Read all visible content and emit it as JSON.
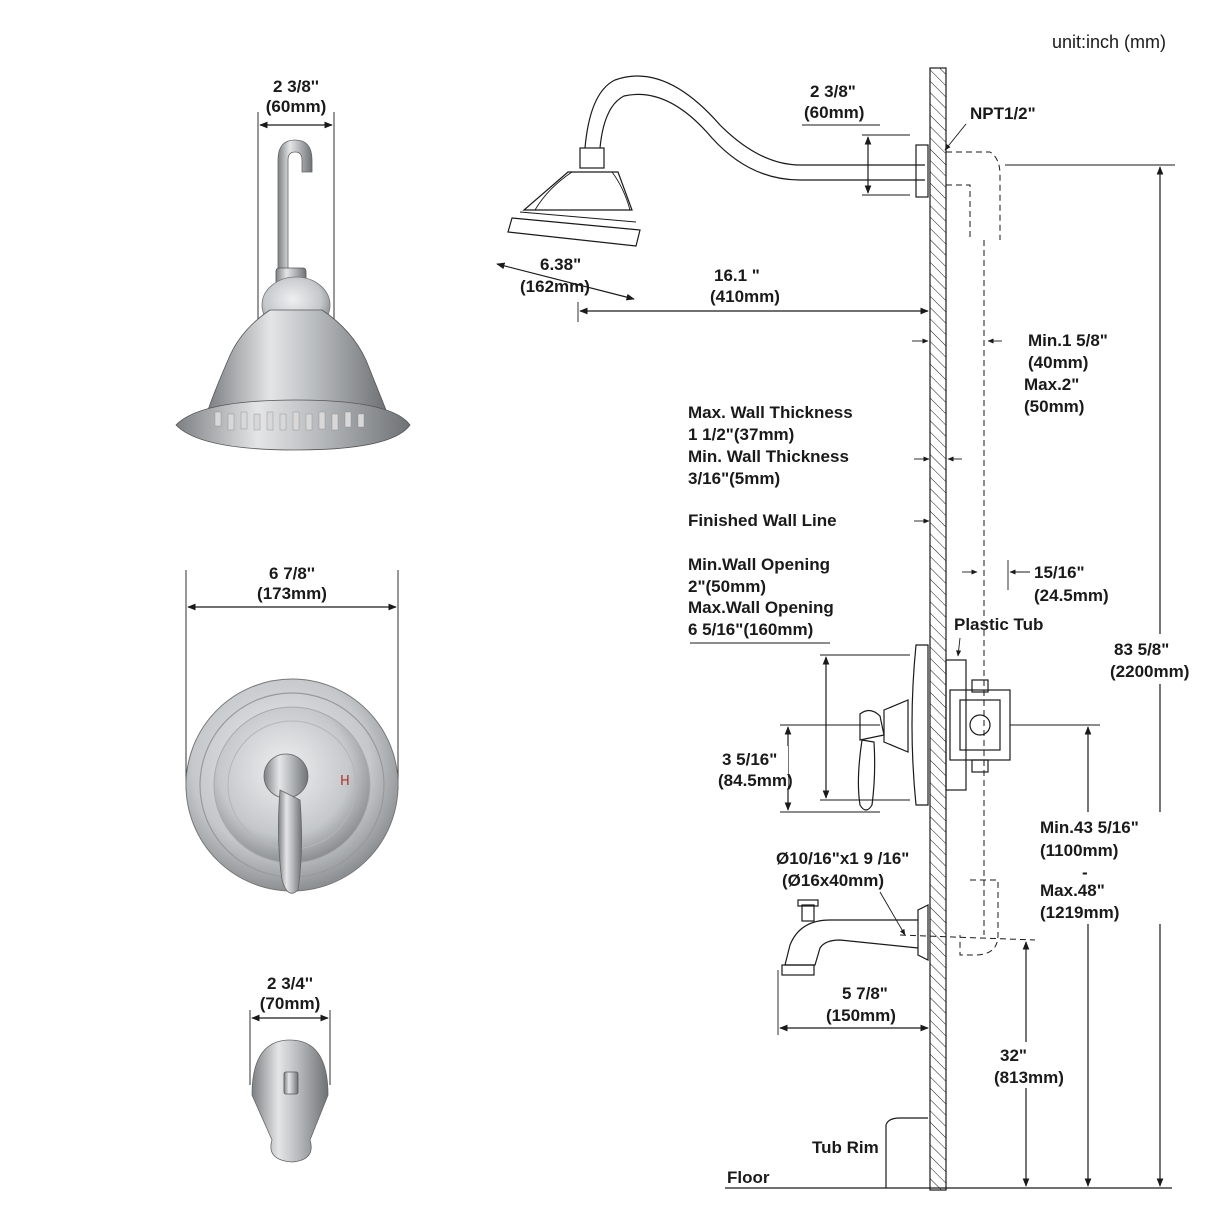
{
  "unit_label": "unit:inch (mm)",
  "product_views": {
    "shower_head": {
      "width_in": "2 3/8''",
      "width_mm": "(60mm)"
    },
    "trim_plate": {
      "width_in": "6 7/8''",
      "width_mm": "(173mm)",
      "hot_mark": "H"
    },
    "tub_spout": {
      "width_in": "2 3/4''",
      "width_mm": "(70mm)"
    }
  },
  "diagram": {
    "arm_offset": {
      "in": "2 3/8\"",
      "mm": "(60mm)"
    },
    "connection": "NPT1/2\"",
    "head_diameter": {
      "in": "6.38\"",
      "mm": "(162mm)"
    },
    "arm_reach": {
      "in": "16.1 \"",
      "mm": "(410mm)"
    },
    "valve_depth": {
      "min_in": "Min.1 5/8\"",
      "min_mm": "(40mm)",
      "max_in": "Max.2\"",
      "max_mm": "(50mm)"
    },
    "wall_thickness": {
      "max_label": "Max. Wall Thickness",
      "max_value": "1 1/2\"(37mm)",
      "min_label": "Min. Wall Thickness",
      "min_value": "3/16\"(5mm)"
    },
    "finished_wall": "Finished Wall Line",
    "wall_opening": {
      "min_label": "Min.Wall Opening",
      "min_value": "2\"(50mm)",
      "max_label": "Max.Wall Opening",
      "max_value": "6 5/16\"(160mm)"
    },
    "cartridge_offset": {
      "in": "15/16\"",
      "mm": "(24.5mm)"
    },
    "plastic_tub": "Plastic Tub",
    "total_height": {
      "in": "83 5/8\"",
      "mm": "(2200mm)"
    },
    "handle_height": {
      "in": "3 5/16\"",
      "mm": "(84.5mm)"
    },
    "valve_to_spout": {
      "min_in": "Min.43 5/16\"",
      "min_mm": "(1100mm)",
      "dash": "-",
      "max_in": "Max.48\"",
      "max_mm": "(1219mm)"
    },
    "spout_pipe": {
      "in": "Ø10/16\"x1 9 /16\"",
      "mm": "(Ø16x40mm)"
    },
    "spout_reach": {
      "in": "5 7/8\"",
      "mm": "(150mm)"
    },
    "spout_height": {
      "in": "32\"",
      "mm": "(813mm)"
    },
    "tub_rim": "Tub Rim",
    "floor": "Floor"
  }
}
